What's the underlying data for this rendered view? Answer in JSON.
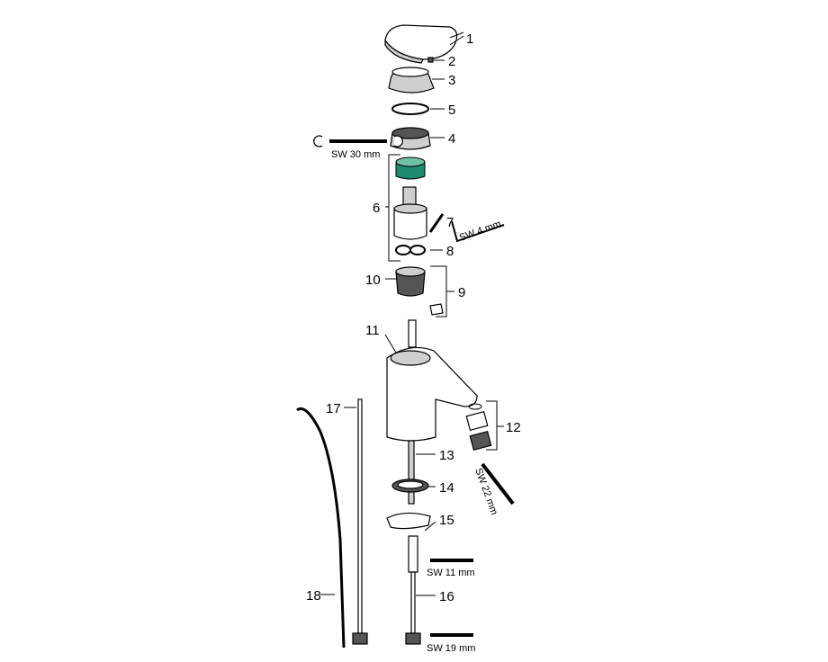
{
  "diagram": {
    "title": "Exploded parts view - single lever basin mixer",
    "accent_color": "#1e8a6e",
    "part_numbers": [
      "1",
      "2",
      "3",
      "5",
      "4",
      "6",
      "7",
      "8",
      "10",
      "9",
      "11",
      "12",
      "17",
      "13",
      "14",
      "15",
      "18",
      "16"
    ],
    "tool_labels": {
      "sw30": "SW 30 mm",
      "sw4": "SW 4 mm",
      "sw22": "SW 22 mm",
      "sw11": "SW 11 mm",
      "sw19": "SW 19 mm"
    }
  }
}
